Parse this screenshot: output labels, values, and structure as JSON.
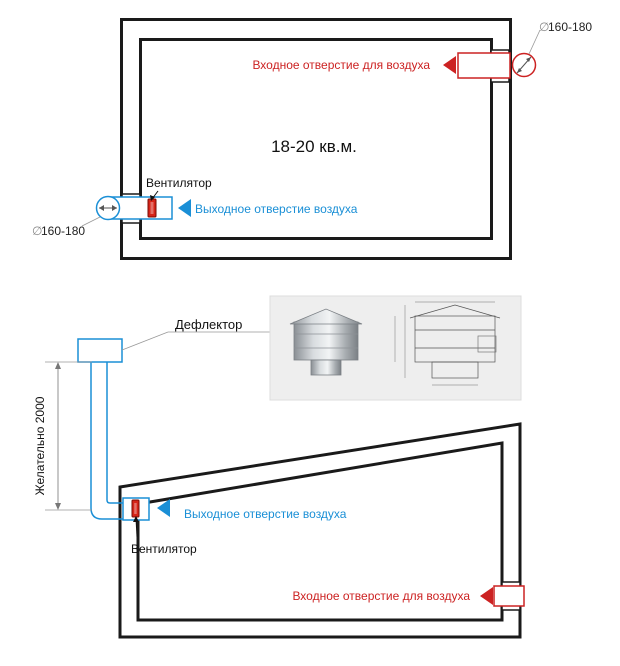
{
  "colors": {
    "wall": "#1a1a1a",
    "inlet": "#cc2222",
    "outlet": "#1a8fd6",
    "dim": "#888888",
    "fan": "#d62418",
    "text": "#111111"
  },
  "top_plan": {
    "area_label": "18-20 кв.м.",
    "inlet_label": "Входное отверстие для воздуха",
    "outlet_label": "Выходное отверстие воздуха",
    "fan_label": "Вентилятор",
    "inlet_diameter": "160-180",
    "outlet_diameter": "160-180",
    "diameter_symbol": "∅"
  },
  "bottom_section": {
    "deflector_label": "Дефлектор",
    "height_label": "Желательно 2000",
    "outlet_label": "Выходное отверстие воздуха",
    "fan_label": "Вентилятор",
    "inlet_label": "Входное отверстие для воздуха"
  },
  "icons": {
    "inlet_arrow": "arrow-left-icon",
    "outlet_arrow": "arrow-left-icon",
    "fan": "fan-icon",
    "deflector_photo": "deflector-photo-icon",
    "deflector_drawing": "deflector-drawing-icon"
  }
}
